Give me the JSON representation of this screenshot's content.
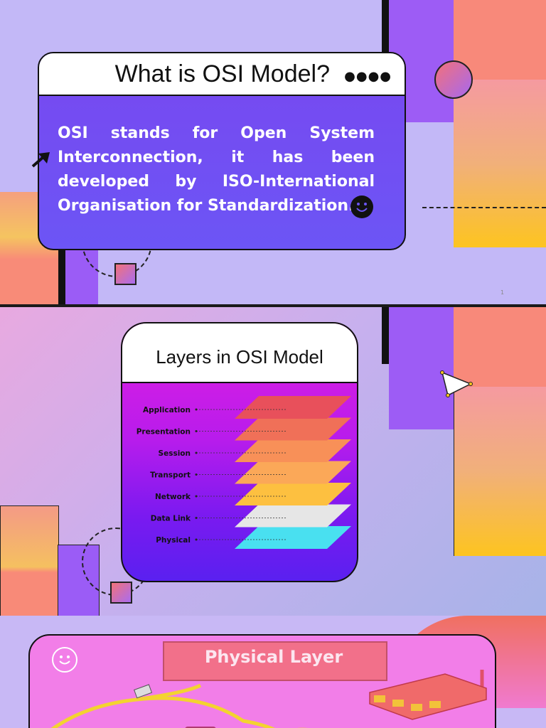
{
  "slide1": {
    "title": "What is OSI Model?",
    "dots": "●●●●",
    "body": "OSI stands for Open System Interconnection, it has been developed by ISO-International Organisation for Standardization.",
    "page_number": "1",
    "colors": {
      "panel_purple": "#9b5cf6",
      "coral": "#f88a76",
      "card_top": "#7a4ef0",
      "card_bottom": "#6a5cf6"
    }
  },
  "slide2": {
    "title": "Layers in OSI Model",
    "layers": [
      {
        "label": "Application",
        "color": "#e8505b"
      },
      {
        "label": "Presentation",
        "color": "#f07058"
      },
      {
        "label": "Session",
        "color": "#f89058"
      },
      {
        "label": "Transport",
        "color": "#fba858"
      },
      {
        "label": "Network",
        "color": "#fdc040"
      },
      {
        "label": "Data Link",
        "color": "#e6e6e6"
      },
      {
        "label": "Physical",
        "color": "#49e0f0"
      }
    ]
  },
  "slide3": {
    "title": "Physical Layer"
  }
}
